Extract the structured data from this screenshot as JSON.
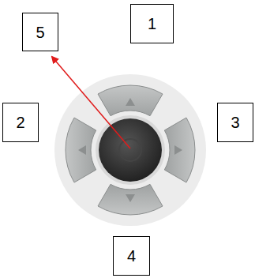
{
  "diagram": {
    "nodes": [
      {
        "text": [
          "5"
        ]
      },
      {
        "text": [
          "1"
        ]
      },
      {
        "text": [
          "2"
        ]
      },
      {
        "text": [
          "3"
        ]
      },
      {
        "text": [
          "4"
        ]
      }
    ]
  }
}
